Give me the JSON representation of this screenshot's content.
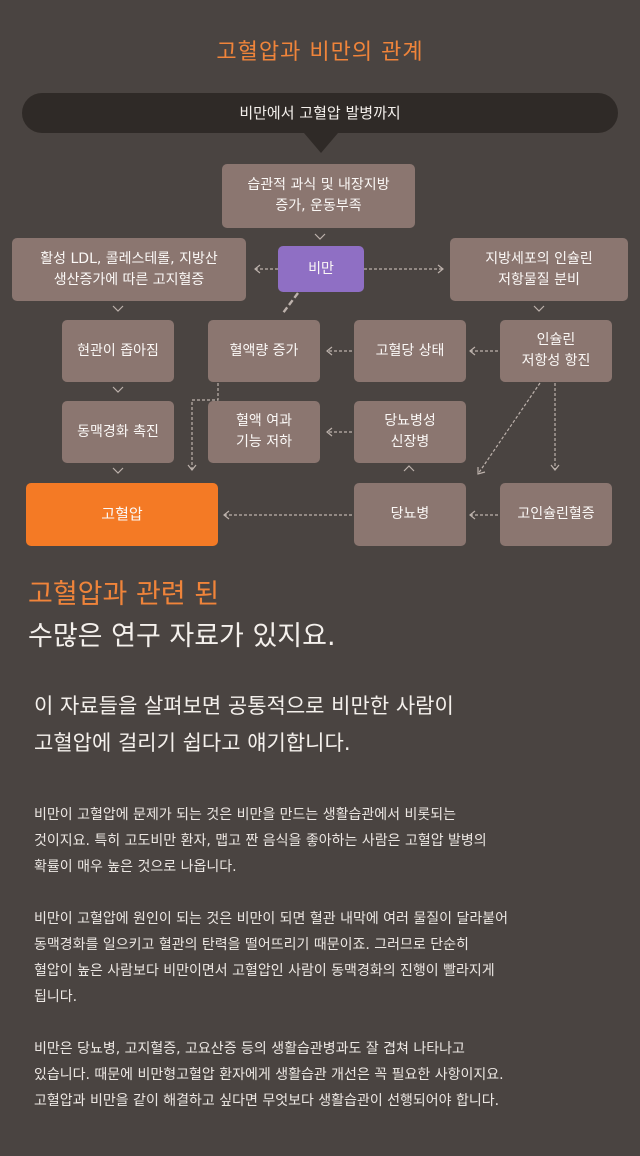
{
  "title": "고혈압과 비만의 관계",
  "banner": "비만에서 고혈압 발병까지",
  "diagram": {
    "habit": "습관적 과식 및 내장지방\n증가, 운동부족",
    "obesity": "비만",
    "ldl": "활성 LDL, 콜레스테롤, 지방산\n생산증가에 따른 고지혈증",
    "fat_cell": "지방세포의 인슐린\n저항물질 분비",
    "narrow": "현관이 좁아짐",
    "blood_volume": "혈액량 증가",
    "glucose": "고혈당 상태",
    "insulin_resist": "인슐린\n저항성 항진",
    "atherosclerosis": "동맥경화 촉진",
    "filtration": "혈액 여과\n기능 저하",
    "nephropathy": "당뇨병성\n신장병",
    "hypertension": "고혈압",
    "diabetes": "당뇨병",
    "hyperinsulin": "고인슐린혈증"
  },
  "heading_orange": "고혈압과 관련 된",
  "heading_white": "수많은 연구 자료가 있지요.",
  "lead": "이 자료들을 살펴보면 공통적으로 비만한 사람이\n고혈압에 걸리기 쉽다고 얘기합니다.",
  "paragraphs": [
    "비만이 고혈압에 문제가 되는 것은 비만을 만드는 생활습관에서 비롯되는\n것이지요. 특히 고도비만 환자, 맵고 짠 음식을 좋아하는 사람은 고혈압 발병의\n확률이 매우 높은 것으로 나옵니다.",
    "비만이 고혈압에 원인이 되는 것은 비만이 되면 혈관 내막에 여러 물질이 달라붙어\n동맥경화를 일으키고 혈관의 탄력을 떨어뜨리기 때문이죠. 그러므로 단순히\n혈압이 높은 사람보다 비만이면서 고혈압인 사람이 동맥경화의 진행이 빨라지게\n됩니다.",
    "비만은 당뇨병, 고지혈증, 고요산증 등의 생활습관병과도 잘 겹쳐 나타나고\n있습니다. 때문에 비만형고혈압 환자에게 생활습관 개선은 꼭 필요한 사항이지요.\n고혈압과 비만을 같이 해결하고 싶다면 무엇보다 생활습관이 선행되어야 합니다."
  ],
  "colors": {
    "background": "#4a4441",
    "accent": "#f0843a",
    "box": "#8b7670",
    "obesity_box": "#8f6fc4",
    "hypertension_box": "#f47a25"
  }
}
